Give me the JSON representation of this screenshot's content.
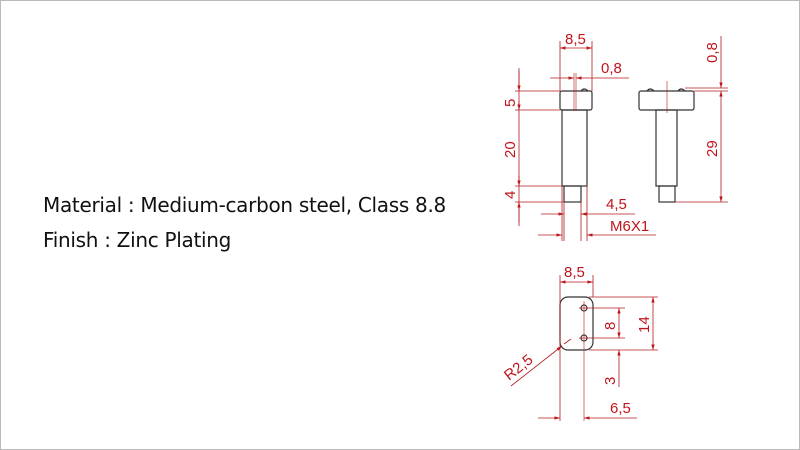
{
  "specs": {
    "material": "Material : Medium-carbon steel, Class 8.8",
    "finish": "Finish : Zinc Plating"
  },
  "side_view_1": {
    "head_width": "8,5",
    "bump_offset": "0,8",
    "head_height": "5",
    "shank_length": "20",
    "thread_length": "4",
    "thread_diameter": "4,5",
    "thread_spec": "M6X1"
  },
  "side_view_2": {
    "bump_height": "0,8",
    "total_height": "29"
  },
  "bottom_view": {
    "width": "8,5",
    "hole_spacing": "8",
    "height": "14",
    "hole_offset_bottom": "3",
    "hole_offset_side": "6,5",
    "corner_radius": "R2,5"
  },
  "colors": {
    "dimension": "#c0141c",
    "outline": "#333333"
  }
}
